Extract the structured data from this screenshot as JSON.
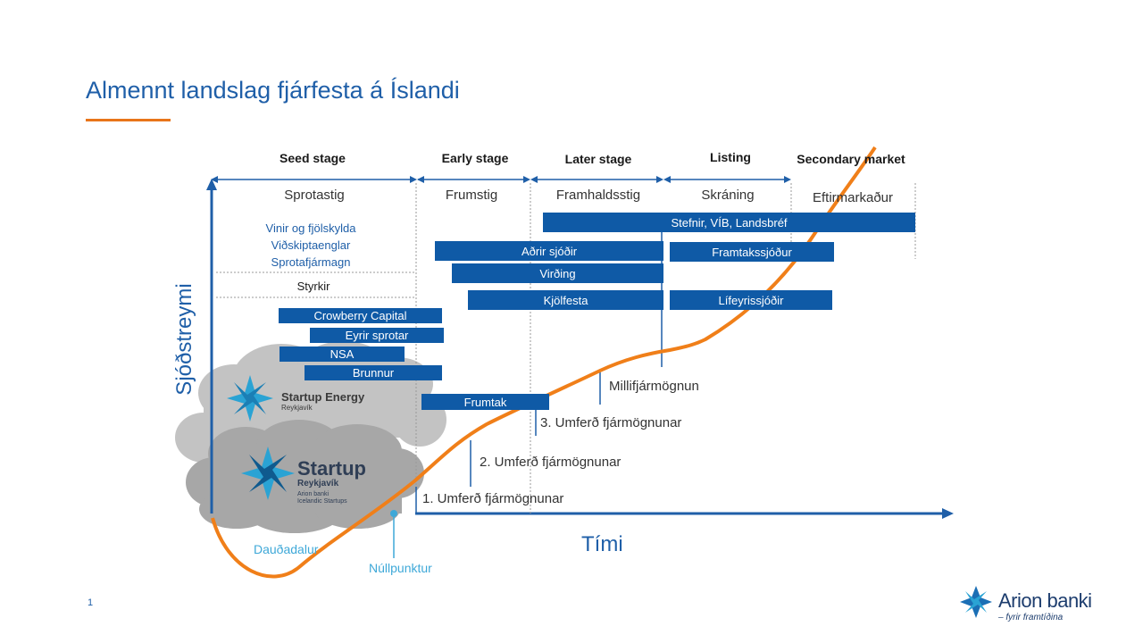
{
  "title": "Almennt landslag fjárfesta á Íslandi",
  "stages": [
    {
      "en": "Seed stage",
      "is": "Sprotastig"
    },
    {
      "en": "Early stage",
      "is": "Frumstig"
    },
    {
      "en": "Later stage",
      "is": "Framhaldsstig"
    },
    {
      "en": "Listing",
      "is": "Skráning"
    },
    {
      "en": "Secondary market",
      "is": "Eftirmarkaður"
    }
  ],
  "seed_investors": [
    "Vinir og fjölskylda",
    "Viðskiptaenglar",
    "Sprotafjármagn"
  ],
  "grants": "Styrkir",
  "investor_boxes": {
    "stefnir": "Stefnir, VÍB, Landsbréf",
    "adrir": "Aðrir sjóðir",
    "framtakssjodur": "Framtakssjóður",
    "virding": "Virðing",
    "kjolfesta": "Kjölfesta",
    "lifeyrissjodir": "Lífeyrissjóðir",
    "crowberry": "Crowberry  Capital",
    "eyrir": "Eyrir sprotar",
    "nsa": "NSA",
    "brunnur": "Brunnur",
    "frumtak": "Frumtak"
  },
  "rounds": {
    "mezzanine": "Millifjármögnun",
    "round3": "3. Umferð fjármögnunar",
    "round2": "2. Umferð fjármögnunar",
    "round1": "1. Umferð fjármögnunar"
  },
  "axes": {
    "x": "Tími",
    "y": "Sjóðstreymi"
  },
  "notes": {
    "valley": "Dauðadalur",
    "zero": "Núllpunktur"
  },
  "cloud_logos": {
    "energy_name": "Startup Energy",
    "energy_city": "Reykjavík",
    "startup_name": "Startup",
    "startup_city": "Reykjavík",
    "startup_line1": "Arion banki",
    "startup_line2": "Icelandic Startups"
  },
  "page_number": "1",
  "brand": {
    "name": "Arion banki",
    "tagline": "– fyrir framtíðina"
  },
  "colors": {
    "accent_blue": "#0f5aa6",
    "curve_orange": "#f07f19",
    "title_blue": "#1f5fa8",
    "light_blue": "#3ea8d8"
  }
}
